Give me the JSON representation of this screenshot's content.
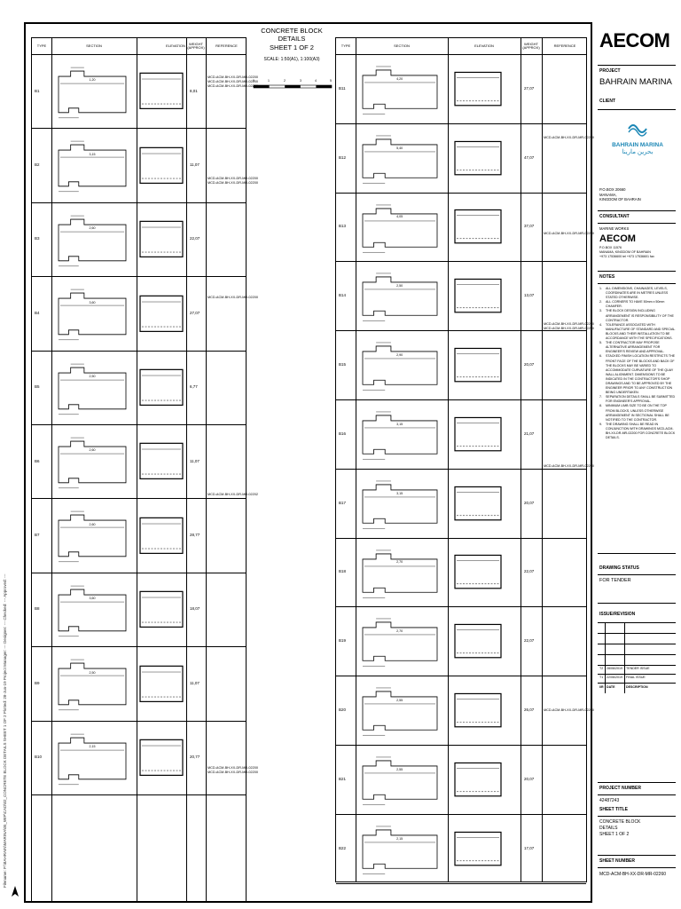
{
  "sheet": {
    "title_lines": [
      "CONCRETE BLOCK",
      "DETAILS",
      "SHEET 1 OF 2"
    ],
    "scale": "SCALE: 1:50(A1), 1:100(A3)",
    "scale_ticks": [
      "0",
      "1",
      "2",
      "3",
      "4",
      "5"
    ]
  },
  "table_headers": {
    "type": "TYPE",
    "section": "SECTION",
    "elevation": "ELEVATION",
    "weight": "WEIGHT (APPROX)",
    "reference": "REFERENCE"
  },
  "left_rows": [
    {
      "type": "B1",
      "weight": "8,01",
      "dim": "1,20"
    },
    {
      "type": "B2",
      "weight": "11,07",
      "dim": "3,15"
    },
    {
      "type": "B3",
      "weight": "22,07",
      "dim": "2,60"
    },
    {
      "type": "B4",
      "weight": "27,07",
      "dim": "3,60"
    },
    {
      "type": "B5",
      "weight": "6,77",
      "dim": "2,50"
    },
    {
      "type": "B6",
      "weight": "11,07",
      "dim": "2,60"
    },
    {
      "type": "B7",
      "weight": "28,77",
      "dim": "2,60"
    },
    {
      "type": "B8",
      "weight": "18,07",
      "dim": "3,60"
    },
    {
      "type": "B9",
      "weight": "11,07",
      "dim": "2,50"
    },
    {
      "type": "B10",
      "weight": "20,77",
      "dim": "2,15"
    }
  ],
  "right_rows": [
    {
      "type": "B11",
      "weight": "27,07",
      "dim": "4,20"
    },
    {
      "type": "B12",
      "weight": "47,07",
      "dim": "5,40"
    },
    {
      "type": "B13",
      "weight": "37,07",
      "dim": "4,05"
    },
    {
      "type": "B14",
      "weight": "13,07",
      "dim": "2,50"
    },
    {
      "type": "B15",
      "weight": "20,07",
      "dim": "2,90"
    },
    {
      "type": "B16",
      "weight": "21,07",
      "dim": "3,15"
    },
    {
      "type": "B17",
      "weight": "20,07",
      "dim": "3,15"
    },
    {
      "type": "B18",
      "weight": "22,07",
      "dim": "2,70"
    },
    {
      "type": "B19",
      "weight": "22,07",
      "dim": "2,70"
    },
    {
      "type": "B20",
      "weight": "26,07",
      "dim": "2,55"
    },
    {
      "type": "B21",
      "weight": "20,07",
      "dim": "2,55"
    },
    {
      "type": "B22",
      "weight": "17,07",
      "dim": "2,15"
    }
  ],
  "left_refs": [
    "MCD-ACM-BH-XX-DR-MR-02200\nMCD-ACM-BH-XX-DR-MR-02200\nMCD-ACM-BH-XX-DR-MR-02200",
    "MCD-ACM-BH-XX-DR-MR-02200\nMCD-ACM-BH-XX-DR-MR-02200",
    "MCD-ACM-BH-XX-DR-MR-02200",
    "MCD-ACM-BH-XX-DR-MR-02202",
    "MCD-ACM-BH-XX-DR-MR-02200\nMCD-ACM-BH-XX-DR-MR-02200"
  ],
  "right_refs": [
    "MCD-ACM-BH-XX-DR-MR-02200",
    "MCD-ACM-BH-XX-DR-MR-02200",
    "MCD-ACM-BH-XX-DR-MR-02200\nMCD-ACM-BH-XX-DR-MR-02200",
    "MCD-ACM-BH-XX-DR-MR-02200",
    "MCD-ACM-BH-XX-DR-MR-02200"
  ],
  "sidebar": {
    "logo": "AECOM",
    "project_label": "PROJECT",
    "project_name": "BAHRAIN MARINA",
    "client_label": "CLIENT",
    "client_logo_en": "BAHRAIN MARINA",
    "client_logo_ar": "بحرين مارينا",
    "client_address": [
      "P.O.BOX 20660",
      "MANAMA,",
      "KINGDOM OF BAHRAIN"
    ],
    "consultant_label": "CONSULTANT",
    "consultant_unit": "MARINE WORKS",
    "consultant_logo": "AECOM",
    "consultant_address": [
      "P.O.BOX 11576",
      "MANAMA, KINGDOM OF BAHRAIN",
      "+973 17536600 tel    +973 17536601 fax"
    ],
    "notes_label": "NOTES",
    "notes": [
      "ALL DIMENSIONS, CHAINAGES, LEVELS, COORDINATES ARE IN METRES UNLESS STATED OTHERWISE.",
      "ALL CORNERS TO HAVE 50mm x 50mm CHAMFER.",
      "THE BLOCK DESIGN INCLUDING ARRANGEMENT IS RESPONSIBILITY OF THE CONTRACTOR.",
      "TOLERANCE ASSOCIATED WITH MANUFACTURE OF STANDARD AND SPECIAL BLOCKS AND THEIR INSTALLATION TO BE ACCORDANCE WITH THE SPECIFICATIONS.",
      "THE CONTRACTOR MAY PROPOSE ALTERNATIVE ARRANGEMENT FOR ENGINEER'S REVIEW AND APPROVAL.",
      "STACKED FINISH LOCATION RESTRICTS THE FRONT FACE OF THE BLOCKS AND BACK OF THE BLOCKS MAY BE VARIED TO ACCOMMODATE CURVATURE OF THE QUAY WALL ALIGNMENT. DIMENSIONS TO BE INDICATED IN THE CONTRACTOR'S SHOP DRAWINGS AND TO BE APPROVED BY THE ENGINEER PRIOR TO ANY CONSTRUCTION BEING UNDERTAKEN.",
      "SEPARATION DETAILS SHALL BE SUBMITTED FOR ENGINEER'S APPROVAL.",
      "MINIMUM LIMB SIZE TO BE ON THE TOP FROM BLOCKS, UNLESS OTHERWISE ARRANGEMENT IN SECTIONAL SHALL BE NOTIFIED TO THE CONTRACTOR.",
      "THE DRAWING SHALL BE READ IN CONJUNCTION WITH DRAWINGS MCD-ACM-BH-XX-DR-MR-02200 FOR CONCRETE BLOCK DETAILS."
    ],
    "status_label": "DRAWING STATUS",
    "status_value": "FOR TENDER",
    "revision_label": "ISSUE/REVISION",
    "revisions": [
      {
        "rev": "T2",
        "date": "28/06/2019",
        "desc": "TENDER ISSUE"
      },
      {
        "rev": "T1",
        "date": "22/06/2019",
        "desc": "FINAL ISSUE"
      }
    ],
    "rev_headers": {
      "rev": "I/R",
      "date": "DATE",
      "desc": "DESCRIPTION"
    },
    "project_number_label": "PROJECT NUMBER",
    "project_number": "42487243",
    "sheet_title_label": "SHEET TITLE",
    "sheet_title": [
      "CONCRETE BLOCK",
      "DETAILS",
      "SHEET 1 OF 2"
    ],
    "sheet_number_label": "SHEET NUMBER",
    "sheet_number": "MCD-ACM-BH-XX-DR-MR-02260"
  },
  "side_text": "Filename: P:\\BAHRAIN\\MARINA\\05_WIP\\CAD\\02_CONCRETE BLOCK DETAILS SHEET 1 OF 2   Plotted: 28-Jun-19   Project Manager: ---   Designer: ---   Checked: ---   Approved: ---",
  "north_arrow": "N"
}
